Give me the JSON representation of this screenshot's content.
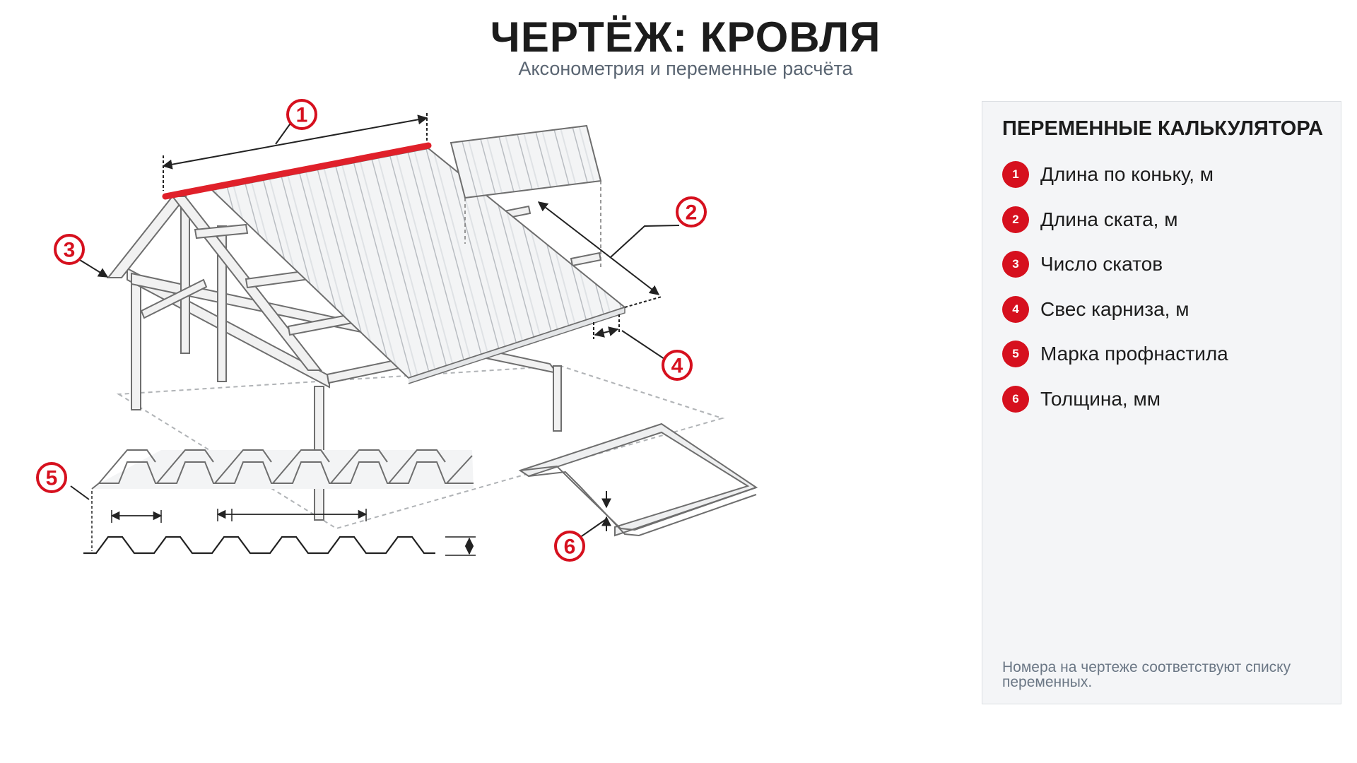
{
  "header": {
    "title": "ЧЕРТЁЖ: КРОВЛЯ",
    "subtitle": "Аксонометрия и переменные расчёта"
  },
  "panel": {
    "title": "ПЕРЕМЕННЫЕ КАЛЬКУЛЯТОРА",
    "items": [
      {
        "num": "1",
        "label": "Длина по коньку, м"
      },
      {
        "num": "2",
        "label": "Длина ската, м"
      },
      {
        "num": "3",
        "label": "Число скатов"
      },
      {
        "num": "4",
        "label": "Свес карниза, м"
      },
      {
        "num": "5",
        "label": "Марка профнастила"
      },
      {
        "num": "6",
        "label": "Толщина, мм"
      }
    ],
    "note": "Номера на чертеже соответствуют списку переменных."
  },
  "colors": {
    "accent": "#d6101e",
    "ridge": "#e0202a",
    "line": "#3a3a3a",
    "panel_bg": "#f4f5f7",
    "note": "#6b7785"
  },
  "callouts": [
    "1",
    "2",
    "3",
    "4",
    "5",
    "6"
  ]
}
